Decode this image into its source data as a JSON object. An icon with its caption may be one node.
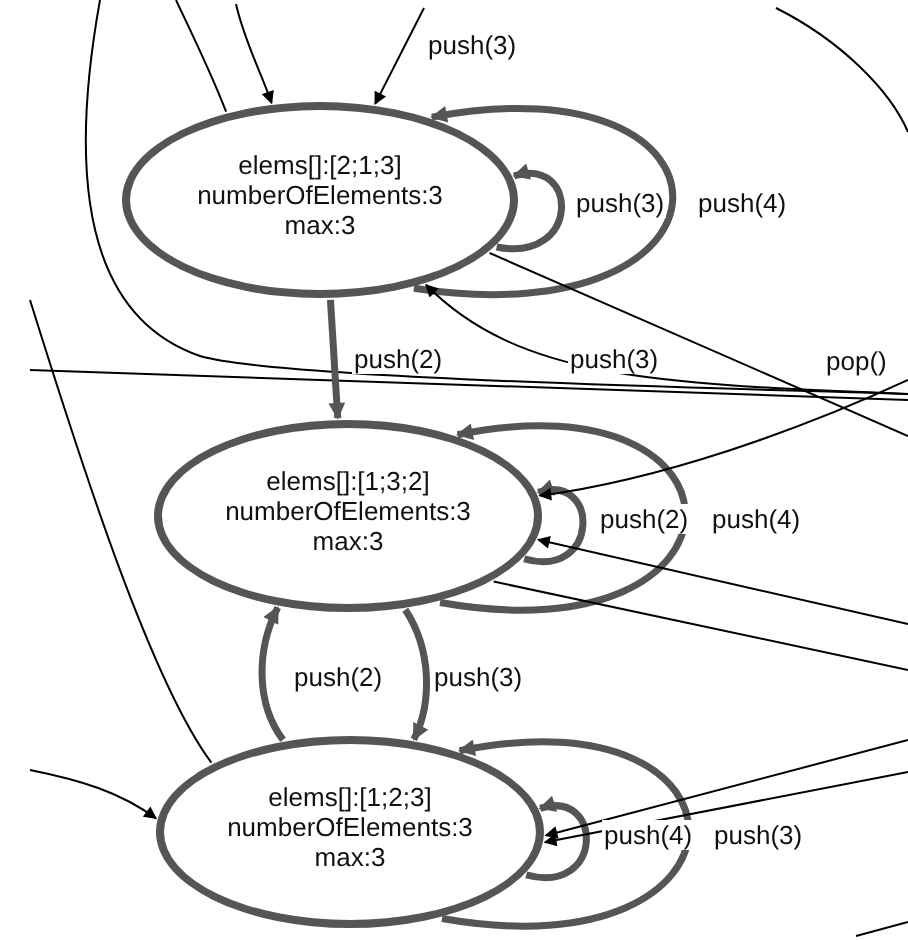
{
  "diagram": {
    "nodes": [
      {
        "text": [
          "elems[]:[2;1;3]",
          "numberOfElements:3",
          "max:3"
        ]
      },
      {
        "text": [
          "elems[]:[1;3;2]",
          "numberOfElements:3",
          "max:3"
        ]
      },
      {
        "text": [
          "elems[]:[1;2;3]",
          "numberOfElements:3",
          "max:3"
        ]
      }
    ],
    "edges": [
      {
        "from": 0,
        "to": 0,
        "arrow": "to",
        "label": "push(3)",
        "style": "thick",
        "color": "#555555"
      },
      {
        "from": 0,
        "to": 0,
        "arrow": "to",
        "label": "push(4)",
        "style": "thick",
        "color": "#555555"
      },
      {
        "from": 0,
        "to": 1,
        "arrow": "to",
        "label": "push(2)",
        "style": "thick",
        "color": "#555555"
      },
      {
        "from": 1,
        "to": 1,
        "arrow": "to",
        "label": "push(2)",
        "style": "thick",
        "color": "#555555"
      },
      {
        "from": 1,
        "to": 1,
        "arrow": "to",
        "label": "push(4)",
        "style": "thick",
        "color": "#555555"
      },
      {
        "from": 2,
        "to": 1,
        "arrow": "to",
        "label": "push(2)",
        "style": "thick",
        "color": "#555555"
      },
      {
        "from": 1,
        "to": 2,
        "arrow": "to",
        "label": "push(3)",
        "style": "thick",
        "color": "#555555"
      },
      {
        "from": 2,
        "to": 2,
        "arrow": "to",
        "label": "push(4)",
        "style": "thick",
        "color": "#555555"
      },
      {
        "from": 2,
        "to": 2,
        "arrow": "to",
        "label": "push(3)",
        "style": "thick",
        "color": "#555555"
      },
      {
        "from": null,
        "to": 0,
        "arrow": "to",
        "label": "push(3)"
      },
      {
        "from": null,
        "to": 0,
        "arrow": "to"
      },
      {
        "from": null,
        "to": 0,
        "arrow": "to",
        "label": "push(3)"
      },
      {
        "from": 0,
        "to": null,
        "arrow": "none",
        "label": "pop()"
      },
      {
        "from": 0,
        "to": null,
        "arrow": "none"
      },
      {
        "from": null,
        "to": 1,
        "arrow": "to"
      },
      {
        "from": null,
        "to": 1,
        "arrow": "to"
      },
      {
        "from": 1,
        "to": null,
        "arrow": "none"
      },
      {
        "from": null,
        "to": 2,
        "arrow": "to"
      },
      {
        "from": null,
        "to": 2,
        "arrow": "to"
      },
      {
        "from": null,
        "to": 2,
        "arrow": "to"
      },
      {
        "from": 2,
        "to": null,
        "arrow": "none"
      }
    ]
  }
}
